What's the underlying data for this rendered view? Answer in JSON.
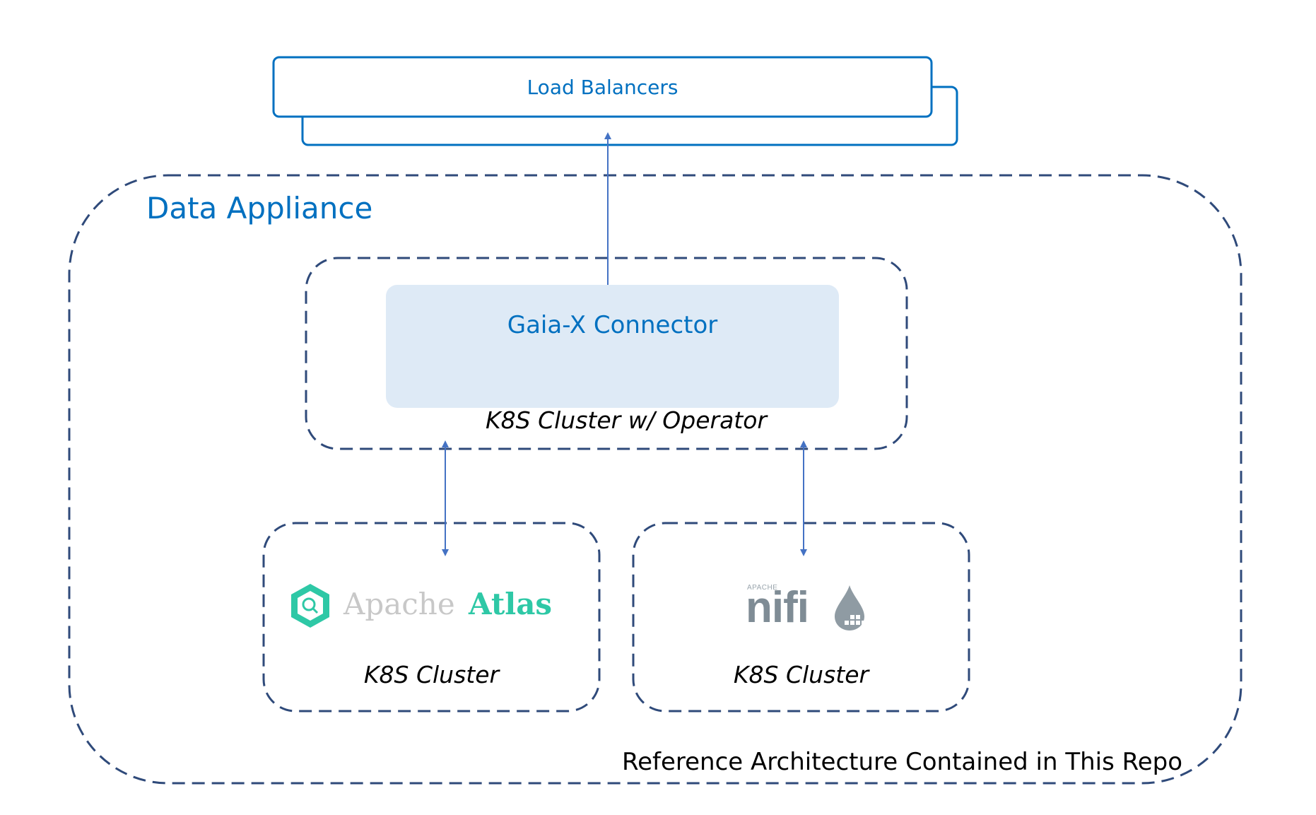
{
  "load_balancers": {
    "label": "Load Balancers"
  },
  "data_appliance": {
    "title": "Data Appliance"
  },
  "gaia_x": {
    "label": "Gaia-X Connector"
  },
  "operator_cluster": {
    "label": "K8S Cluster w/ Operator"
  },
  "atlas_cluster": {
    "logo_text_1": "Apache",
    "logo_text_2": "Atlas",
    "label": "K8S Cluster"
  },
  "nifi_cluster": {
    "logo_small": "APACHE",
    "logo_text": "nifi",
    "label": "K8S Cluster"
  },
  "footer_note": "Reference Architecture Contained in This Repo",
  "colors": {
    "accent_blue": "#0070c0",
    "dash_navy": "#2f4a7a",
    "arrow_blue": "#4472c4",
    "connector_fill": "#deeaf6",
    "atlas_teal": "#2ec8a6",
    "nifi_gray": "#7f8c95"
  }
}
